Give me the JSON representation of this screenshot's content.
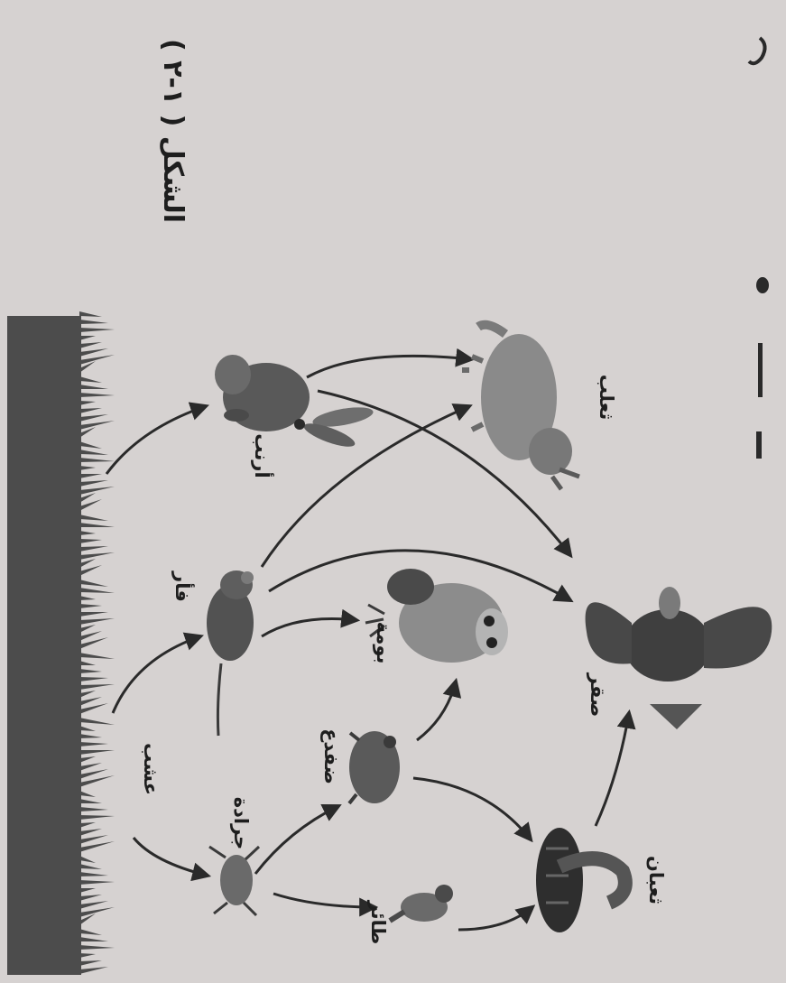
{
  "figure": {
    "caption": "الشكل ( ١-٢ )"
  },
  "organisms": {
    "grass": "عشب",
    "rabbit": "أرنب",
    "mouse": "فأر",
    "grasshopper": "جرادة",
    "fox": "ثعلب",
    "owl": "بومة",
    "frog": "ضفدع",
    "bird": "طائر",
    "eagle": "صقر",
    "snake": "ثعبان"
  },
  "links": [
    {
      "from": "grass",
      "to": "rabbit"
    },
    {
      "from": "grass",
      "to": "mouse"
    },
    {
      "from": "grass",
      "to": "grasshopper"
    },
    {
      "from": "rabbit",
      "to": "fox"
    },
    {
      "from": "rabbit",
      "to": "eagle"
    },
    {
      "from": "mouse",
      "to": "fox"
    },
    {
      "from": "mouse",
      "to": "eagle"
    },
    {
      "from": "mouse",
      "to": "owl"
    },
    {
      "from": "grasshopper",
      "to": "frog"
    },
    {
      "from": "grasshopper",
      "to": "bird"
    },
    {
      "from": "frog",
      "to": "owl"
    },
    {
      "from": "frog",
      "to": "snake"
    },
    {
      "from": "bird",
      "to": "snake"
    },
    {
      "from": "snake",
      "to": "eagle"
    }
  ]
}
